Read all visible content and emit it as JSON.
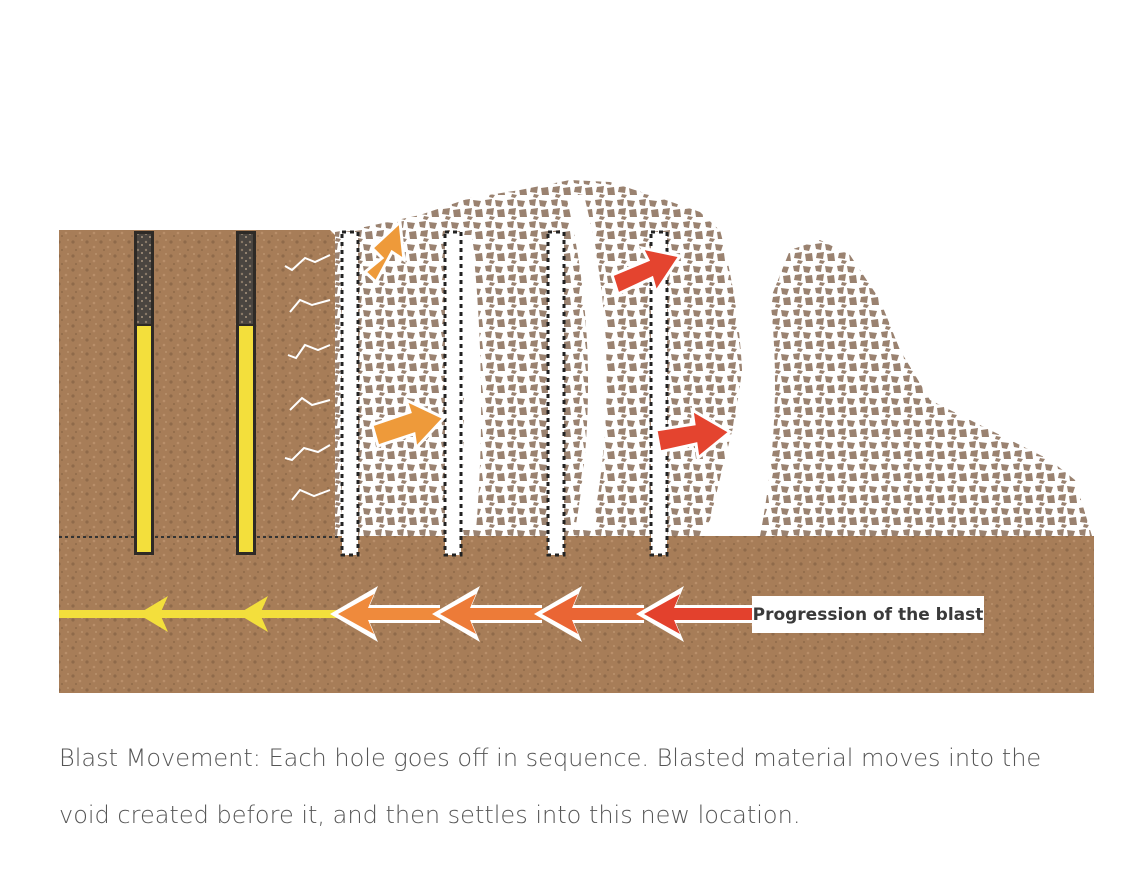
{
  "diagram": {
    "progression_label": "Progression of the blast",
    "colors": {
      "soil": "#a77d58",
      "soil_speck": "#8e6a4b",
      "rock": "#9a8270",
      "charge": "#f3df3c",
      "stemming": "#4a4540",
      "arrow_orange": "#ee9a3a",
      "arrow_red": "#e4442f",
      "progression_yellow": "#f3df3c",
      "progression_orange": "#ef8a3c",
      "progression_red": "#e3412d"
    },
    "icons": [
      "arrow-orange-up-right",
      "arrow-red-right",
      "crack-lines",
      "detonation-arrow"
    ]
  },
  "caption": "Blast Movement: Each hole goes off in sequence. Blasted material moves into the void created before it, and then settles into this new location."
}
